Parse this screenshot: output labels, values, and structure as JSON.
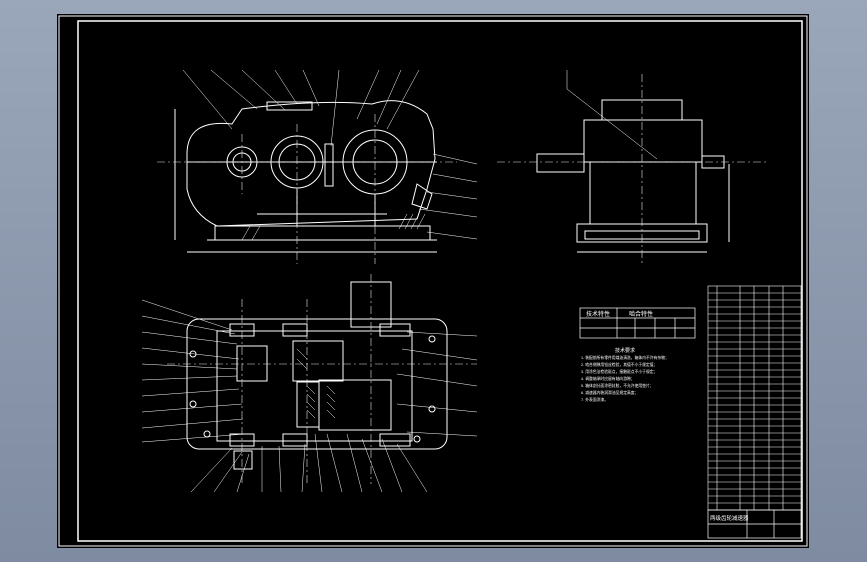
{
  "drawing": {
    "tech_table": {
      "headers": [
        "技术特性",
        "啮合特性"
      ],
      "rows": [
        [
          "",
          "",
          "",
          "",
          "",
          ""
        ],
        [
          "",
          "",
          "",
          "",
          "",
          ""
        ]
      ]
    },
    "tech_requirements": {
      "title": "技术要求",
      "items": [
        "1. 装配前所有零件用煤油清洗，箱体内不许有杂物；",
        "2. 啮合侧隙用铅丝检验，其值不小于规定值；",
        "3. 用涂色法检验斑点，接触斑点不小于规定；",
        "4. 调整轴承时应留有轴向游隙；",
        "5. 箱体剖分面涂密封胶，不允许使用垫片；",
        "6. 减速器内装润滑油至规定高度；",
        "7. 外表面涂漆。"
      ]
    },
    "title_block": {
      "name": "两级齿轮减速器"
    }
  },
  "colors": {
    "background": "#8f9bb0",
    "sheet": "#000000",
    "lines": "#ffffff",
    "centerline": "#e6e6e6"
  },
  "icons": [
    "gear-icon",
    "bolt-icon",
    "shaft-icon"
  ]
}
